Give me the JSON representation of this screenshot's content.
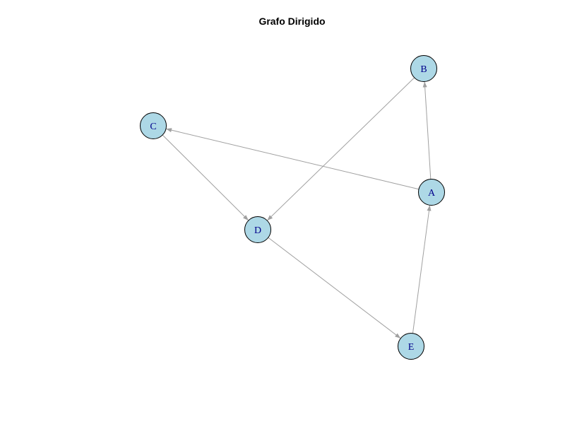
{
  "title": "Grafo Dirigido",
  "style": {
    "node_fill": "#add8e6",
    "node_stroke": "#000000",
    "label_color": "#00008b",
    "edge_color": "#a0a0a0"
  },
  "nodes": [
    {
      "id": "A",
      "label": "A"
    },
    {
      "id": "B",
      "label": "B"
    },
    {
      "id": "C",
      "label": "C"
    },
    {
      "id": "D",
      "label": "D"
    },
    {
      "id": "E",
      "label": "E"
    }
  ],
  "edges": [
    {
      "from": "A",
      "to": "B"
    },
    {
      "from": "A",
      "to": "C"
    },
    {
      "from": "B",
      "to": "D"
    },
    {
      "from": "C",
      "to": "D"
    },
    {
      "from": "D",
      "to": "E"
    },
    {
      "from": "E",
      "to": "A"
    }
  ]
}
